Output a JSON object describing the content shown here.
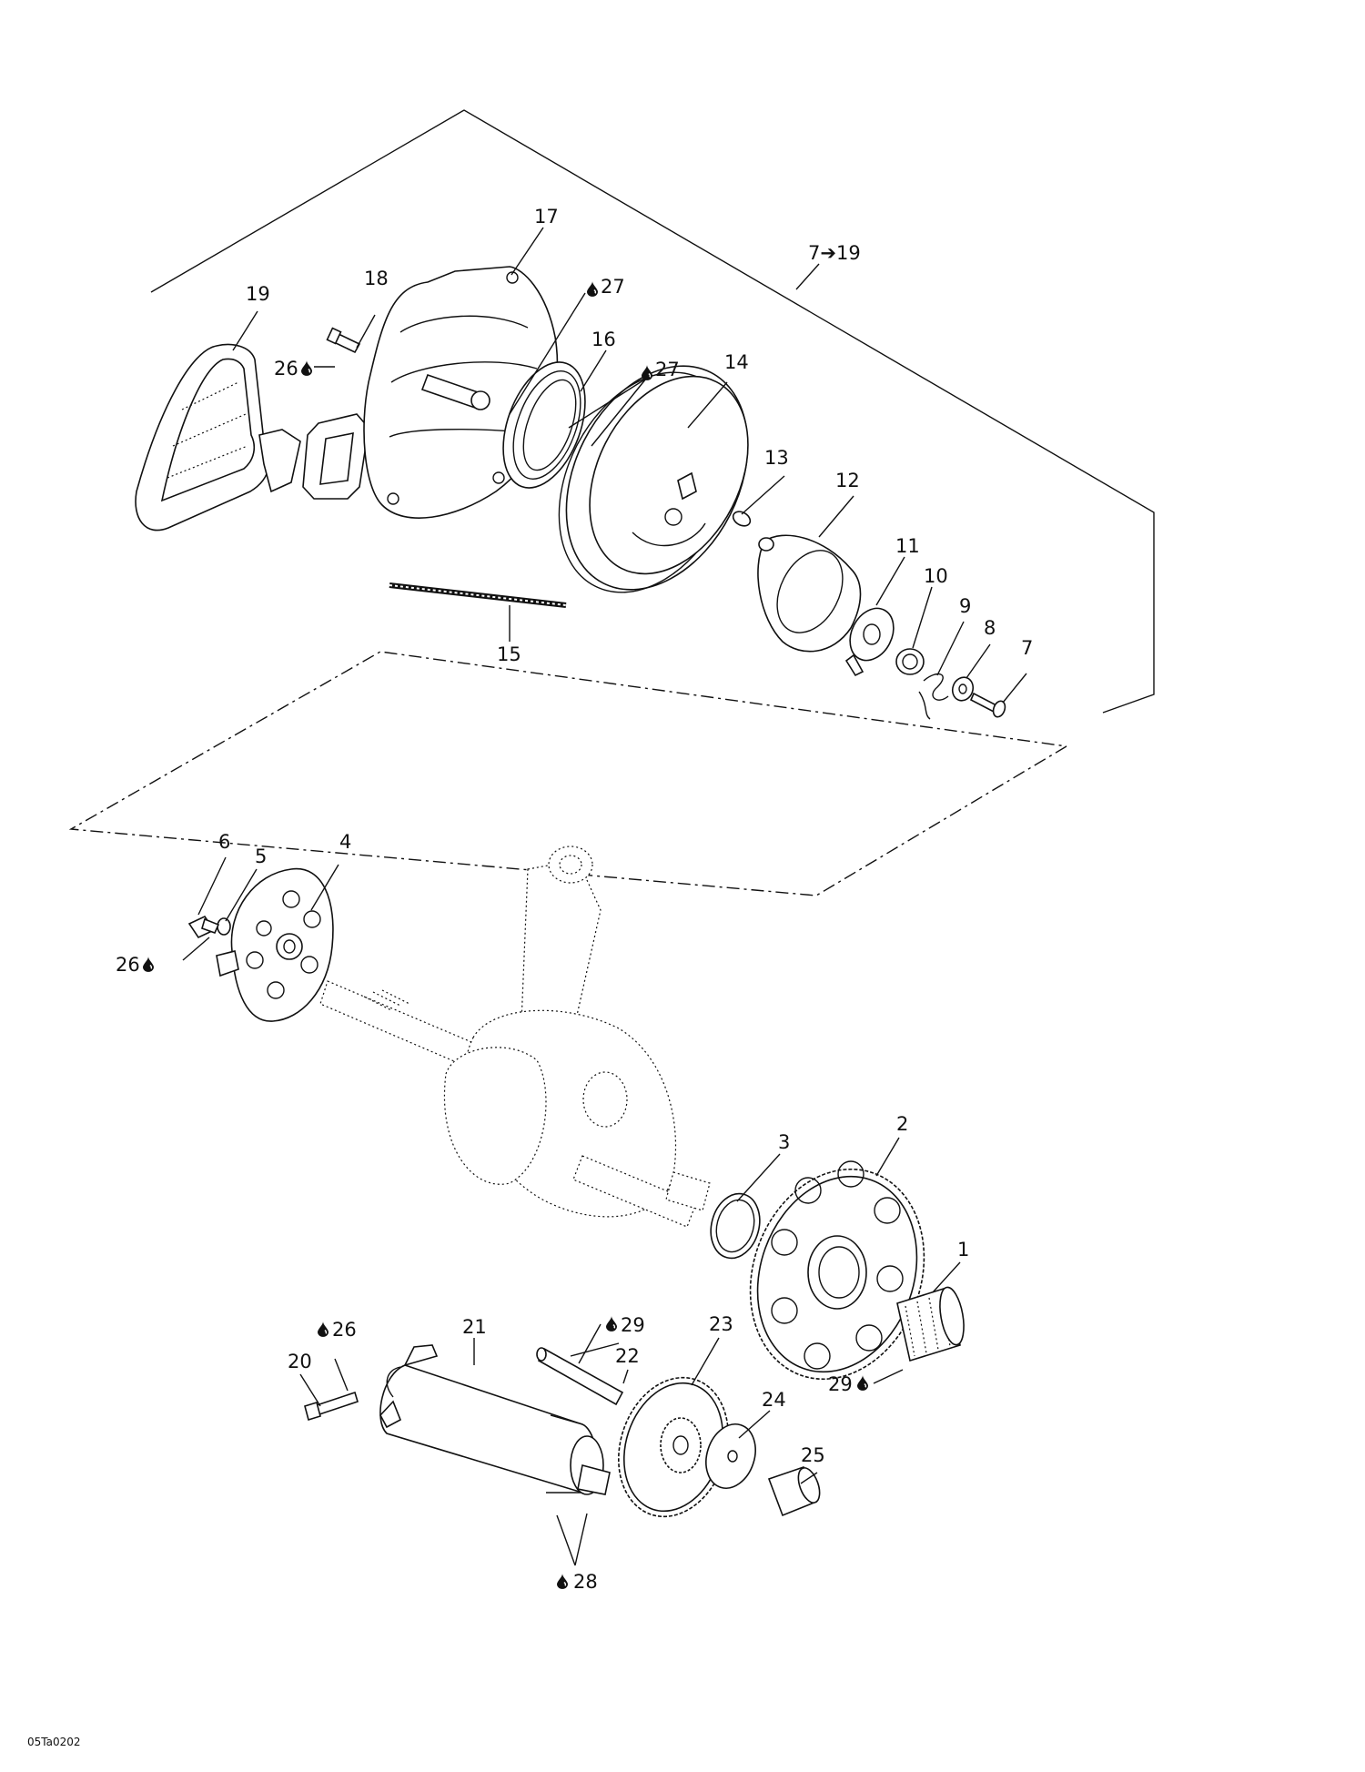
{
  "labels": {
    "p1": "1",
    "p2": "2",
    "p3": "3",
    "p4": "4",
    "p5": "5",
    "p6": "6",
    "p7": "7",
    "p8": "8",
    "p9": "9",
    "p10": "10",
    "p11": "11",
    "p12": "12",
    "p13": "13",
    "p14": "14",
    "p15": "15",
    "p16": "16",
    "p17": "17",
    "p18": "18",
    "p19": "19",
    "p20": "20",
    "p21": "21",
    "p22": "22",
    "p23": "23",
    "p24": "24",
    "p25": "25",
    "range_7_19": "7➔19",
    "l26_top": "26",
    "l27_a": "27",
    "l27_b": "27",
    "l26_mid": "26",
    "l26_bottom": "26",
    "l29_a": "29",
    "l29_b": "29",
    "l28": "28"
  },
  "figure_code": "05Ta0202",
  "icons": [
    "oil-drop-icon"
  ]
}
